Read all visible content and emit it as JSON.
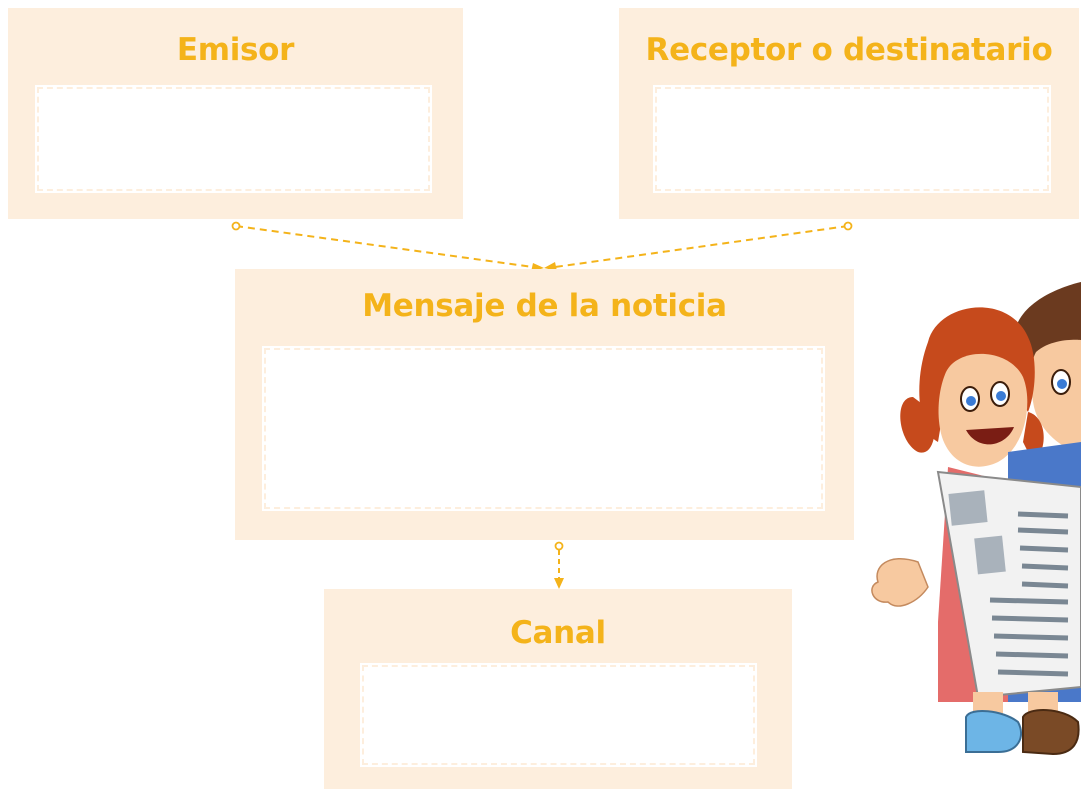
{
  "boxes": {
    "emisor": {
      "title": "Emisor",
      "answer": ""
    },
    "receptor": {
      "title": "Receptor o destinatario",
      "answer": ""
    },
    "mensaje": {
      "title": "Mensaje de la noticia",
      "answer": ""
    },
    "canal": {
      "title": "Canal",
      "answer": ""
    }
  },
  "illustration": {
    "name": "children-reading-newspaper"
  },
  "colors": {
    "accent": "#f4b31a",
    "panel": "#fdeedd",
    "answer_fill": "#ffffff"
  }
}
